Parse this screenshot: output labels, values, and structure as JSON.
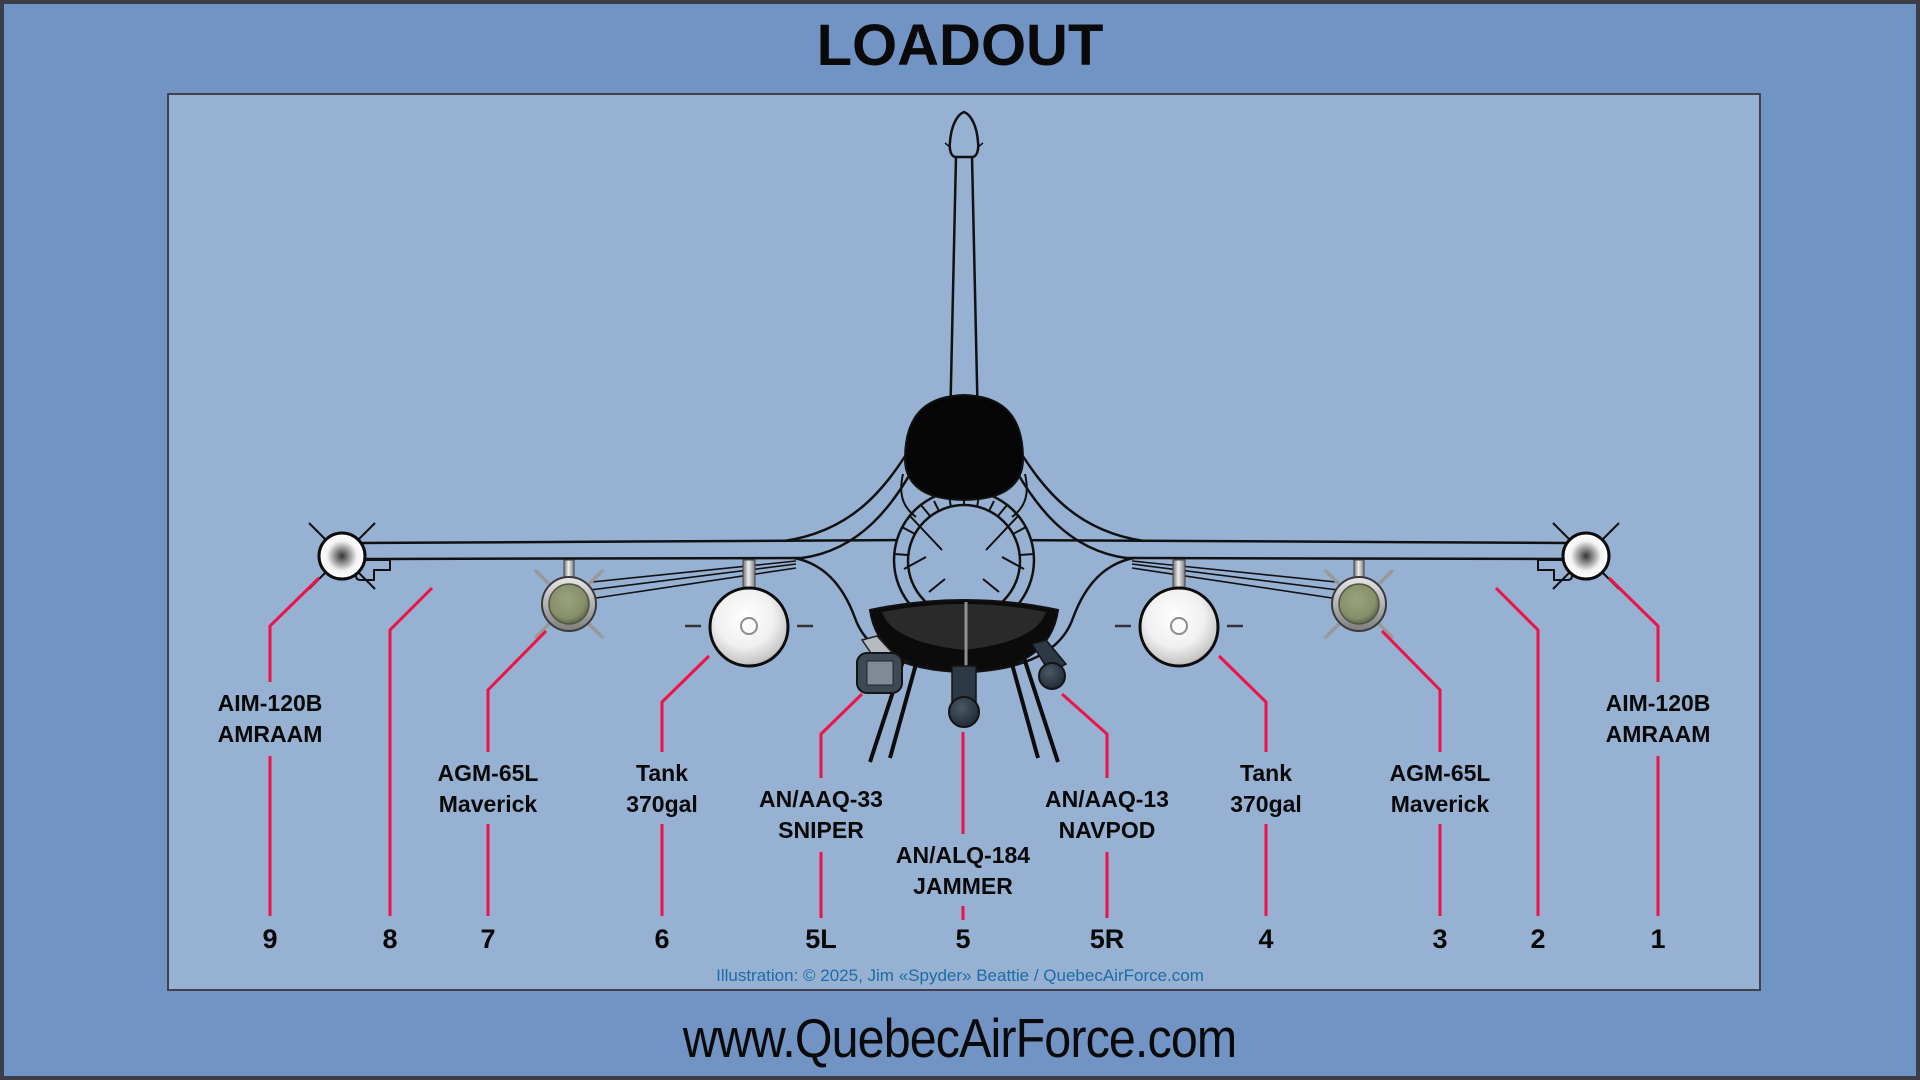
{
  "title": "LOADOUT",
  "website": "www.QuebecAirForce.com",
  "credit": "Illustration: © 2025, Jim «Spyder» Beattie / QuebecAirForce.com",
  "illustration_subject": "F-16 fighter jet front view with external stores",
  "colors": {
    "outer_background": "#7294c4",
    "panel_background": "#97b1d3",
    "frame_border": "#3d3d47",
    "leader_line": "#ed1346",
    "credit_text": "#1c6ca6",
    "label_text": "#090909",
    "maverick_olive": "#879069",
    "pod_dark": "#2c3844"
  },
  "stations": [
    {
      "number": "9",
      "label_line1": "AIM-120B",
      "label_line2": "AMRAAM",
      "store": "aim-120b-amraam-missile"
    },
    {
      "number": "8",
      "store": "empty"
    },
    {
      "number": "7",
      "label_line1": "AGM-65L",
      "label_line2": "Maverick",
      "store": "agm-65l-maverick-missile"
    },
    {
      "number": "6",
      "label_line1": "Tank",
      "label_line2": "370gal",
      "store": "fuel-tank-370gal"
    },
    {
      "number": "5L",
      "label_line1": "AN/AAQ-33",
      "label_line2": "SNIPER",
      "store": "an-aaq-33-sniper-pod"
    },
    {
      "number": "5",
      "label_line1": "AN/ALQ-184",
      "label_line2": "JAMMER",
      "store": "an-alq-184-jammer-pod"
    },
    {
      "number": "5R",
      "label_line1": "AN/AAQ-13",
      "label_line2": "NAVPOD",
      "store": "an-aaq-13-navigation-pod"
    },
    {
      "number": "4",
      "label_line1": "Tank",
      "label_line2": "370gal",
      "store": "fuel-tank-370gal"
    },
    {
      "number": "3",
      "label_line1": "AGM-65L",
      "label_line2": "Maverick",
      "store": "agm-65l-maverick-missile"
    },
    {
      "number": "2",
      "store": "empty"
    },
    {
      "number": "1",
      "label_line1": "AIM-120B",
      "label_line2": "AMRAAM",
      "store": "aim-120b-amraam-missile"
    }
  ]
}
